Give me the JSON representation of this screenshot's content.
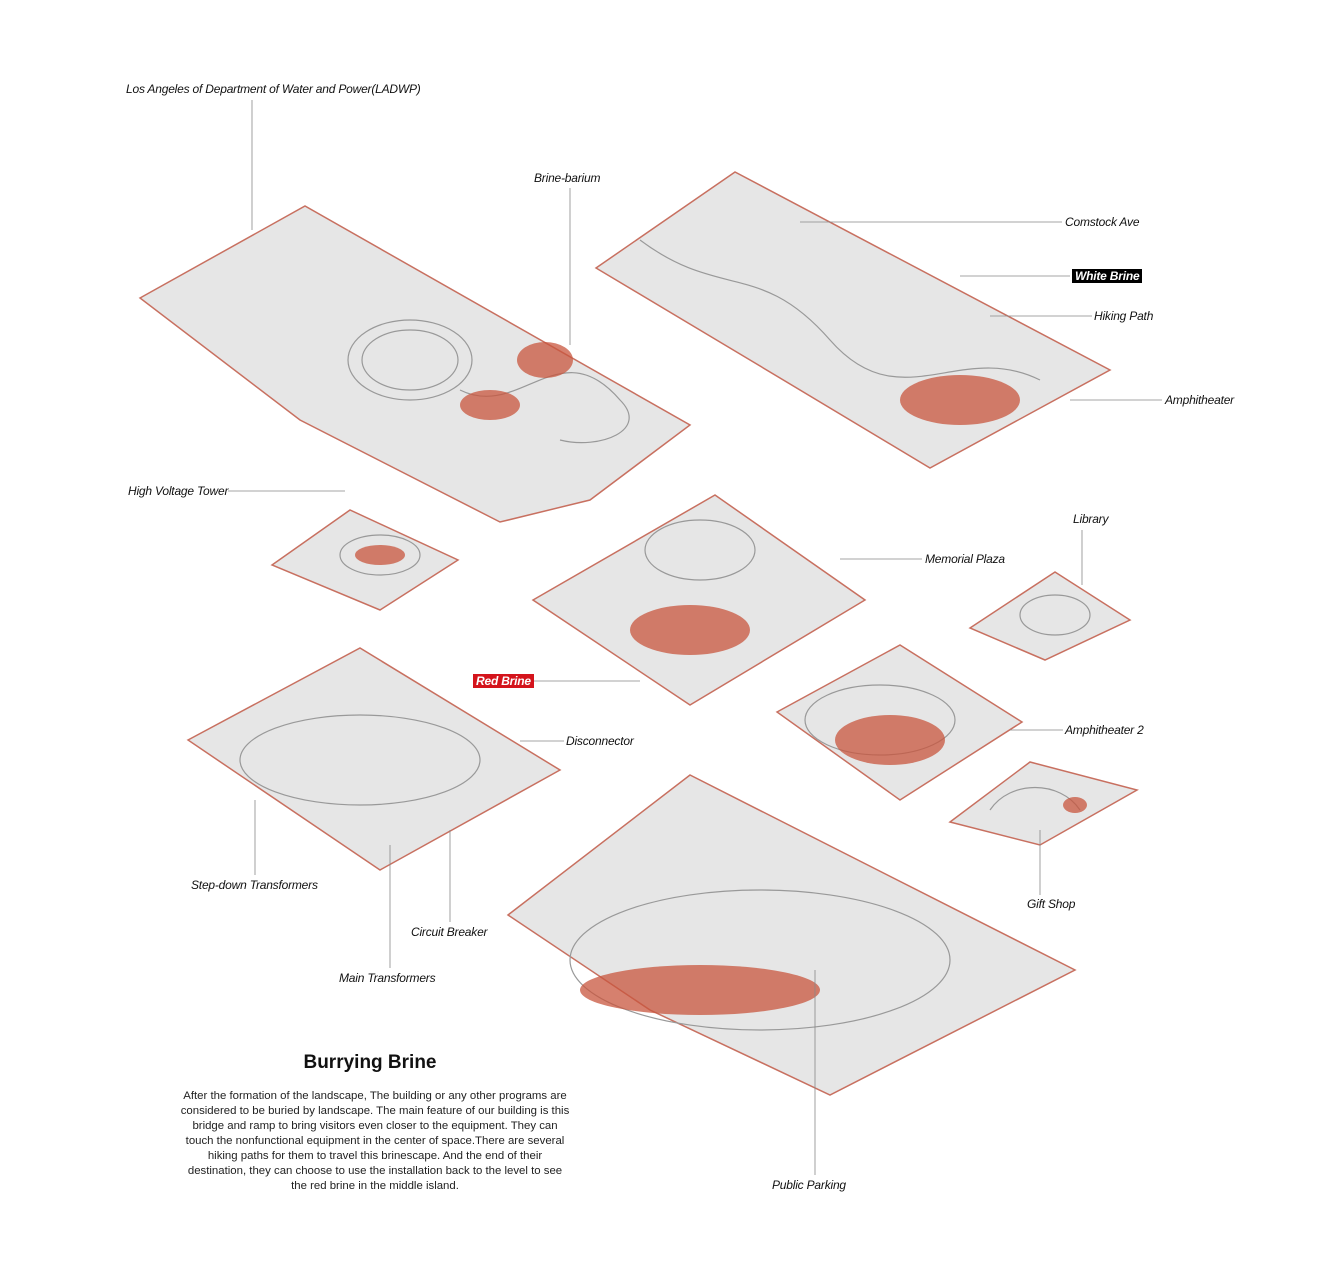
{
  "title": "Burrying Brine",
  "description": "After the formation of the landscape, The building or any other programs are considered to be buried by landscape. The main feature of our building is this bridge and ramp to bring visitors even closer to the equipment. They can touch the nonfunctional equipment in the center of space.There are several hiking paths for them to travel this brinescape. And the end of their destination, they can choose to use the installation back to the level to see the red brine in the middle island.",
  "labels": {
    "ladwp": "Los Angeles of Department of Water and Power(LADWP)",
    "brine_barium": "Brine-barium",
    "comstock": "Comstock Ave",
    "white_brine": "White Brine",
    "hiking_path": "Hiking Path",
    "amphitheater": "Amphitheater",
    "high_voltage": "High Voltage Tower",
    "library": "Library",
    "memorial_plaza": "Memorial Plaza",
    "red_brine": "Red Brine",
    "disconnector": "Disconnector",
    "amphitheater2": "Amphitheater 2",
    "step_down": "Step-down Transformers",
    "circuit_breaker": "Circuit Breaker",
    "main_transformers": "Main Transformers",
    "gift_shop": "Gift Shop",
    "public_parking": "Public Parking"
  },
  "colors": {
    "red_brine": "#c8553d",
    "edge": "#c87060",
    "terrain": "#e4e4e4"
  }
}
